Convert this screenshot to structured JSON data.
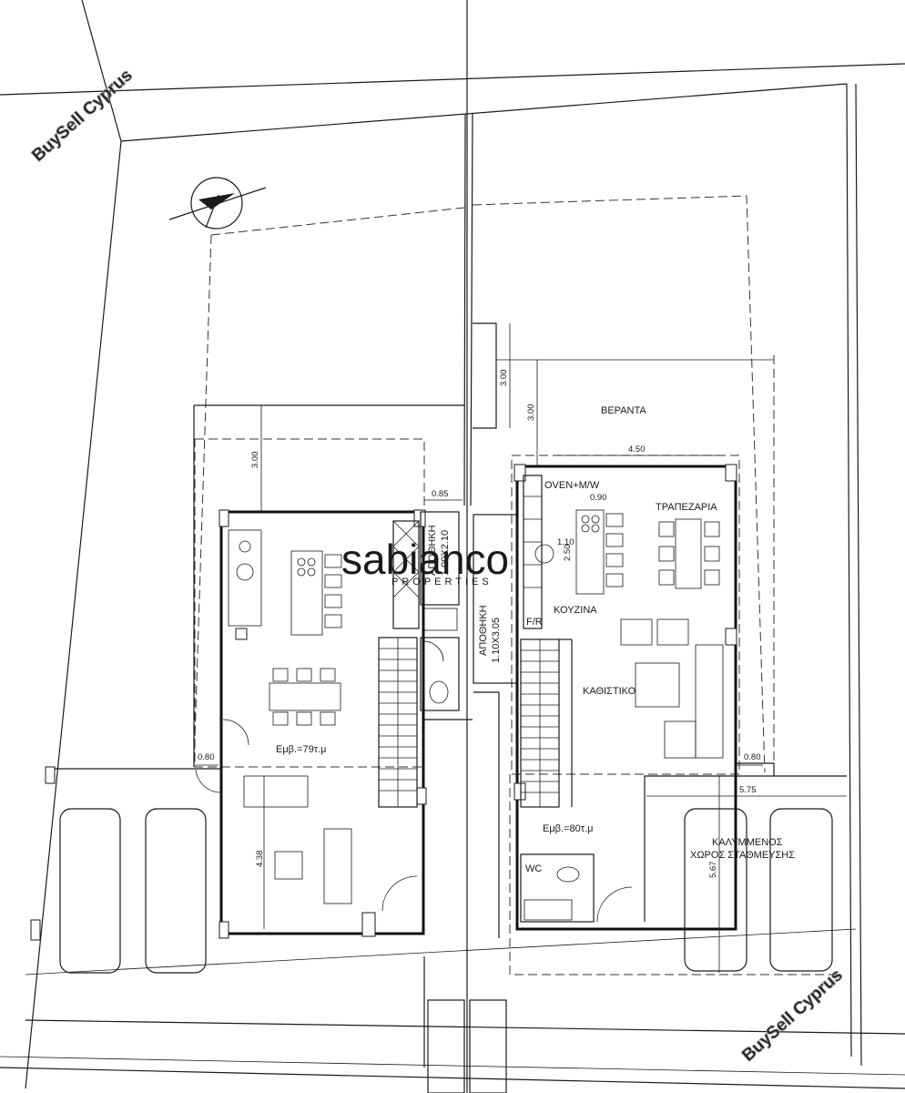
{
  "plan": {
    "rooms": {
      "veranda": "ΒΕΡΑΝΤΑ",
      "dining": "ΤΡΑΠΕΖΑΡΙΑ",
      "kitchen": "ΚΟΥΖΙΝΑ",
      "living": "ΚΑΘΙΣΤΙΚΟ",
      "storage_left": "ΑΠΟΘΗΚΗ",
      "storage_left_size": "1.00X2.10",
      "storage_mid": "ΑΠΟΘΗΚΗ",
      "storage_mid_size": "1.10X3.05",
      "parking_line1": "ΚΑΛΥΜΜΕΝΟΣ",
      "parking_line2": "ΧΩΡΟΣ ΣΤΑΘΜΕΥΣΗΣ",
      "wc": "WC",
      "fridge": "F/R",
      "oven": "OVEN+M/W"
    },
    "areas": {
      "left_unit": "Εμβ.=79τ.μ",
      "right_unit": "Εμβ.=80τ.μ"
    },
    "dimensions": {
      "left_setback": "3.00",
      "mid_setback_a": "3.00",
      "mid_setback_b": "3.00",
      "left_door_width": "0.85",
      "veranda_width": "4.50",
      "kitchen_island_w": "0.90",
      "kitchen_island_l": "2.50",
      "kitchen_offset": "1.10",
      "left_gate": "0.80",
      "right_gate": "0.80",
      "left_height": "4.38",
      "parking_width": "5.75",
      "parking_depth": "5.67"
    }
  },
  "watermarks": {
    "top_left": "BuySell Cyprus",
    "bottom_right": "BuySell Cyprus",
    "center_logo": "sabianco",
    "center_logo_sub": "PROPERTIES"
  }
}
